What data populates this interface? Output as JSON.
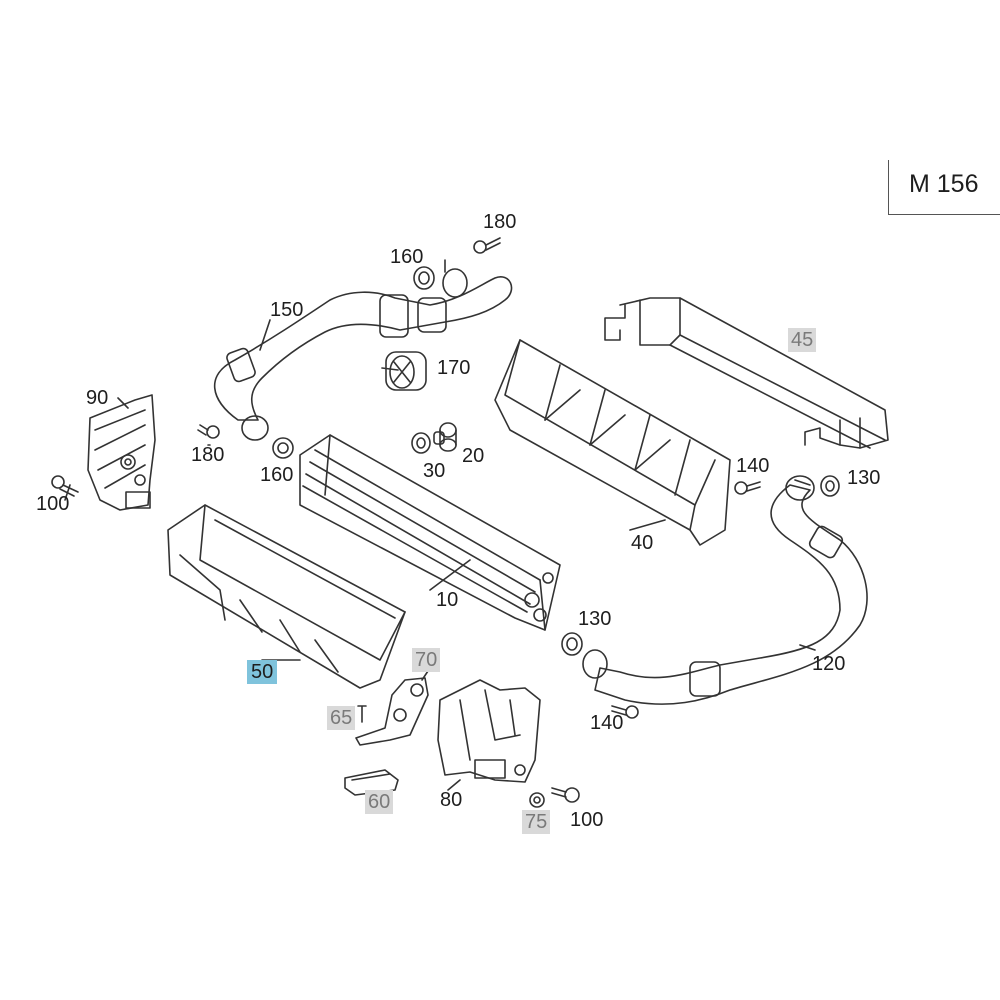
{
  "model": "M 156",
  "labels": {
    "l180a": "180",
    "l160a": "160",
    "l150": "150",
    "l170": "170",
    "l90": "90",
    "l180b": "180",
    "l160b": "160",
    "l100a": "100",
    "l30": "30",
    "l20": "20",
    "l45": "45",
    "l140a": "140",
    "l130a": "130",
    "l40": "40",
    "l10": "10",
    "l130b": "130",
    "l120": "120",
    "l50": "50",
    "l70": "70",
    "l65": "65",
    "l140b": "140",
    "l60": "60",
    "l80": "80",
    "l75": "75",
    "l100b": "100"
  },
  "colors": {
    "line": "#333333",
    "highlight": "#7fc3dc",
    "gray_box": "#d9d9d9",
    "gray_text": "#7a7a7a"
  }
}
